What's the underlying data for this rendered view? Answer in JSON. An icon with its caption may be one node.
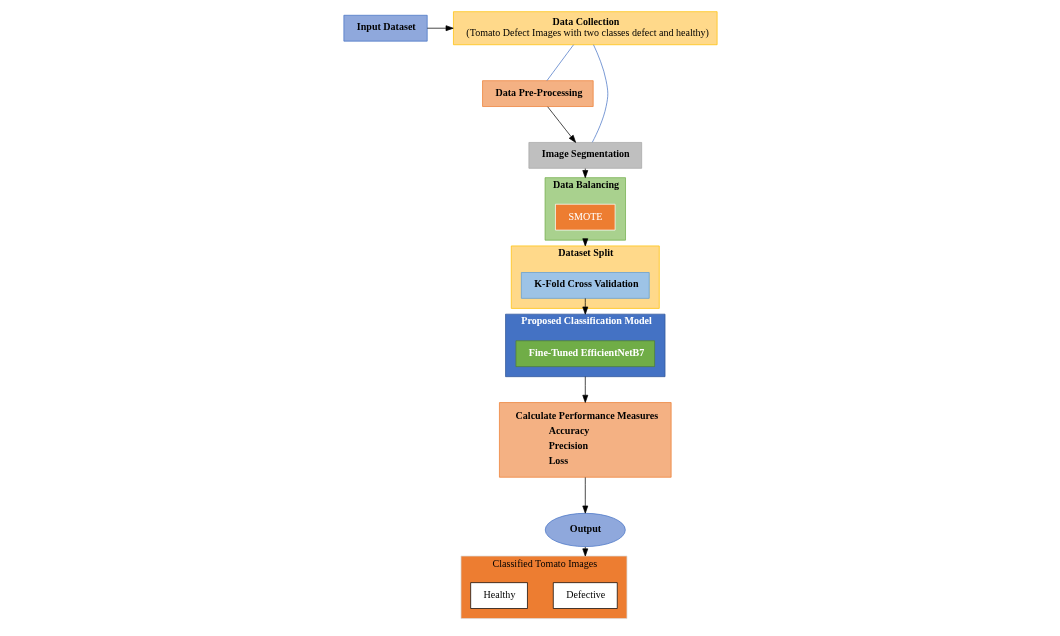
{
  "diagram": {
    "nodes": [
      {
        "text": [
          "Input Dataset"
        ]
      },
      {
        "text": [
          "Data Collection",
          "(Tomato Defect Images with two classes defect and healthy)"
        ]
      },
      {
        "text": [
          "Data Pre-Processing"
        ]
      },
      {
        "text": [
          "Image Segmentation"
        ]
      },
      {
        "text": [
          "Data Balancing"
        ]
      },
      {
        "text": [
          "SMOTE"
        ],
        "in": 4
      },
      {
        "text": [
          "Dataset Split"
        ]
      },
      {
        "text": [
          "K-Fold Cross Validation"
        ],
        "in": 6
      },
      {
        "text": [
          "Proposed Classification Model"
        ]
      },
      {
        "text": [
          "Fine-Tuned EfficientNetB7"
        ],
        "in": 8
      },
      {
        "text": [
          "Calculate Performance Measures",
          "Accuracy",
          "Precision",
          "Loss"
        ]
      },
      {
        "text": [
          "Output"
        ]
      },
      {
        "text": [
          "Classified Tomato Images"
        ]
      },
      {
        "text": [
          "Defective"
        ],
        "in": 12
      },
      {
        "text": [
          "Healthy"
        ],
        "in": 12
      }
    ],
    "edges": [
      {
        "from": 0,
        "to": 1,
        "arrow": "to"
      },
      {
        "from": 1,
        "to": 2,
        "arrow": "none",
        "color": "#4472c4"
      },
      {
        "from": 1,
        "to": 3,
        "arrow": "none",
        "color": "#4472c4"
      },
      {
        "from": 2,
        "to": 3,
        "arrow": "to"
      },
      {
        "from": 3,
        "to": 4,
        "arrow": "to"
      },
      {
        "from": 4,
        "to": 6,
        "arrow": "to"
      },
      {
        "from": 7,
        "to": 8,
        "arrow": "to"
      },
      {
        "from": 8,
        "to": 10,
        "arrow": "to"
      },
      {
        "from": 10,
        "to": 11,
        "arrow": "to"
      },
      {
        "from": 11,
        "to": 12,
        "arrow": "to"
      }
    ]
  }
}
